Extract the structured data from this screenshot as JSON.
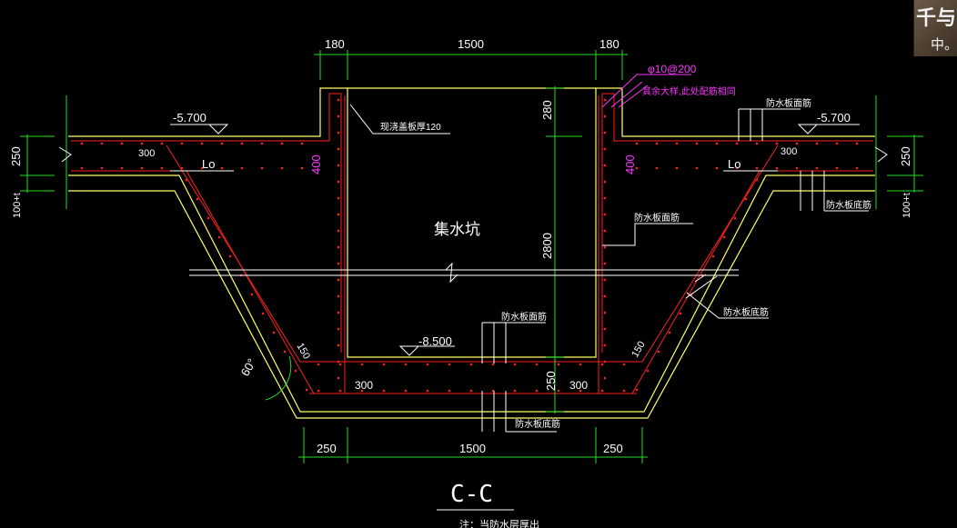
{
  "dims": {
    "top_left": "180",
    "top_mid": "1500",
    "top_right": "180",
    "left_slab": "250",
    "left_slab_under": "100+t",
    "right_slab": "250",
    "right_slab_under": "100+t",
    "bot_left": "250",
    "bot_mid": "1500",
    "bot_right": "250",
    "depth": "2800",
    "top_gap": "280",
    "bottom_thick": "250",
    "wall_left": "400",
    "wall_right": "400",
    "slope_left": "300",
    "slope_right": "300",
    "corner_left": "150",
    "corner_right": "150",
    "floor_left": "300",
    "floor_right": "300",
    "angle": "60°"
  },
  "labels": {
    "elev_left": "-5.700",
    "elev_right": "-5.700",
    "elev_bottom": "-8.500",
    "anchor_left": "Lo",
    "anchor_right": "Lo",
    "pit_name": "集水坑",
    "cover_note": "现浇盖板厚120",
    "rebar_spec": "φ10@200",
    "rebar_note": "其余大样,此处配筋相同",
    "wp_top_right": "防水板面筋",
    "wp_bottom_right": "防水板底筋",
    "wp_wall": "防水板面筋",
    "wp_slope": "防水板底筋",
    "wp_floor_top": "防水板面筋",
    "wp_floor_bottom": "防水板底筋",
    "section_title": "C-C",
    "note": "注：当防水层厚出"
  },
  "logo": {
    "line1": "千与",
    "line2": "中。"
  },
  "colors": {
    "background": "#000000",
    "concrete_outline": "#ffff66",
    "rebar": "#ff2020",
    "dimension": "#22dd22",
    "text": "#ffffff",
    "annotation": "#ff33ff"
  }
}
